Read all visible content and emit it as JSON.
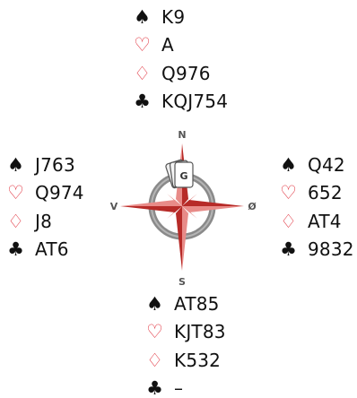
{
  "colors": {
    "black_suit": "#111111",
    "red_suit": "#e0303c",
    "compass_red": "#c9332f",
    "compass_ring": "#8a8a8a"
  },
  "compass": {
    "north_label": "N",
    "south_label": "S",
    "west_label": "V",
    "east_label": "Ø",
    "dealer_mark": "G"
  },
  "north": {
    "spades": "K9",
    "hearts": "A",
    "diamonds": "Q976",
    "clubs": "KQJ754"
  },
  "west": {
    "spades": "J763",
    "hearts": "Q974",
    "diamonds": "J8",
    "clubs": "AT6"
  },
  "east": {
    "spades": "Q42",
    "hearts": "652",
    "diamonds": "AT4",
    "clubs": "9832"
  },
  "south": {
    "spades": "AT85",
    "hearts": "KJT83",
    "diamonds": "K532",
    "clubs": "–"
  }
}
